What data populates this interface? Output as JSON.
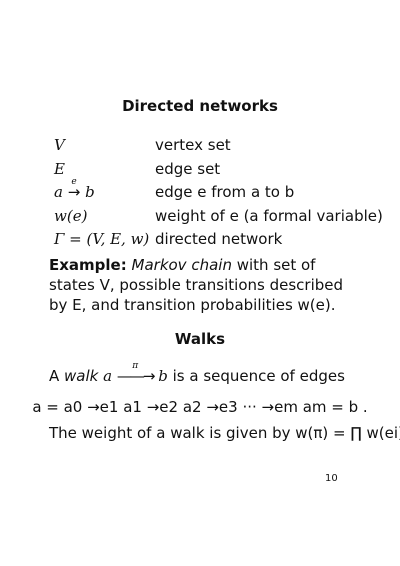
{
  "headings": {
    "directed_networks": "Directed networks",
    "walks": "Walks"
  },
  "definitions": [
    {
      "symbol": "V",
      "description": "vertex set"
    },
    {
      "symbol": "E",
      "description": "edge set"
    },
    {
      "symbol_parts": [
        "a",
        "e",
        "b"
      ],
      "description": "edge e from a to b"
    },
    {
      "symbol": "w(e)",
      "description": "weight of e (a formal variable)"
    },
    {
      "symbol": "Γ = (V, E, w)",
      "description": "directed network"
    }
  ],
  "example": {
    "label": "Example:",
    "term": "Markov chain",
    "text": " with set of states V, possible transitions described by E, and transition probabilities w(e)."
  },
  "walks": {
    "intro_prefix": "A ",
    "term": "walk",
    "arrow_label": "π",
    "from": "a",
    "to": "b",
    "intro_suffix": " is a sequence of edges",
    "display": "a = a0 →e1 a1 →e2 a2 →e3 ··· →em am = b .",
    "weight_text": "The weight of a walk is given by w(π) = ∏ w(ei)."
  },
  "page_number": "10"
}
